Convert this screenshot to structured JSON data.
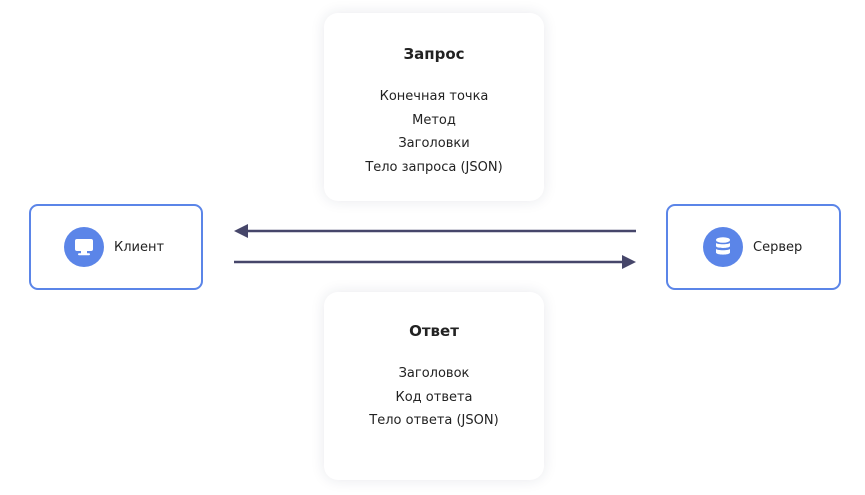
{
  "request": {
    "title": "Запрос",
    "items": [
      "Конечная точка",
      "Метод",
      "Заголовки",
      "Тело запроса (JSON)"
    ]
  },
  "response": {
    "title": "Ответ",
    "items": [
      "Заголовок",
      "Код ответа",
      "Тело ответа (JSON)"
    ]
  },
  "client": {
    "label": "Клиент",
    "icon": "monitor-icon"
  },
  "server": {
    "label": "Сервер",
    "icon": "database-icon"
  },
  "colors": {
    "accent": "#5b85e8",
    "arrow": "#46466a",
    "text": "#222222"
  }
}
